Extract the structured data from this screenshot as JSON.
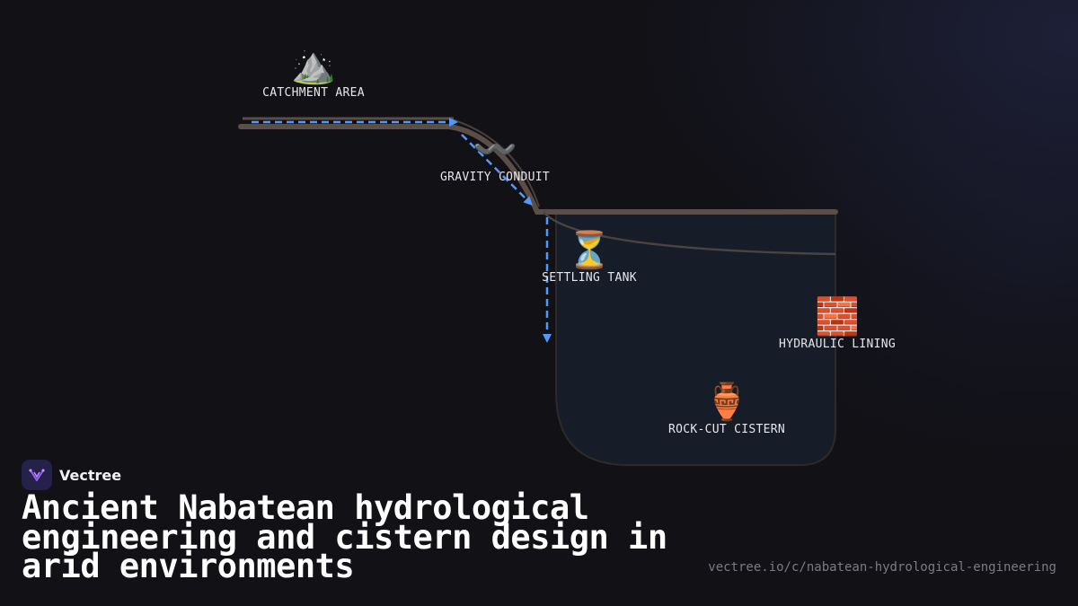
{
  "nodes": {
    "catchment": {
      "label": "CATCHMENT AREA",
      "icon": "⛰️",
      "icon_name": "mountain-icon"
    },
    "conduit": {
      "label": "GRAVITY CONDUIT",
      "icon": "〰️",
      "icon_name": "wavy-line-icon"
    },
    "settling": {
      "label": "SETTLING TANK",
      "icon": "⏳",
      "icon_name": "hourglass-icon"
    },
    "lining": {
      "label": "HYDRAULIC LINING",
      "icon": "🧱",
      "icon_name": "brick-icon"
    },
    "cistern": {
      "label": "ROCK-CUT CISTERN",
      "icon": "🏺",
      "icon_name": "amphora-icon"
    }
  },
  "brand": {
    "name": "Vectree",
    "logo_icon": "vectree-logo-icon"
  },
  "title": "Ancient Nabatean hydrological engineering and cistern design in arid environments",
  "url": "vectree.io/c/nabatean-hydrological-engineering",
  "colors": {
    "background": "#111116",
    "flow_arrow": "#4d9bff",
    "terrain": "#5a4e46",
    "cistern_fill": "#161c28",
    "cistern_stroke": "#2e2a2a",
    "logo_bg": "#24214a",
    "logo_accent": "#9b5cf5"
  }
}
